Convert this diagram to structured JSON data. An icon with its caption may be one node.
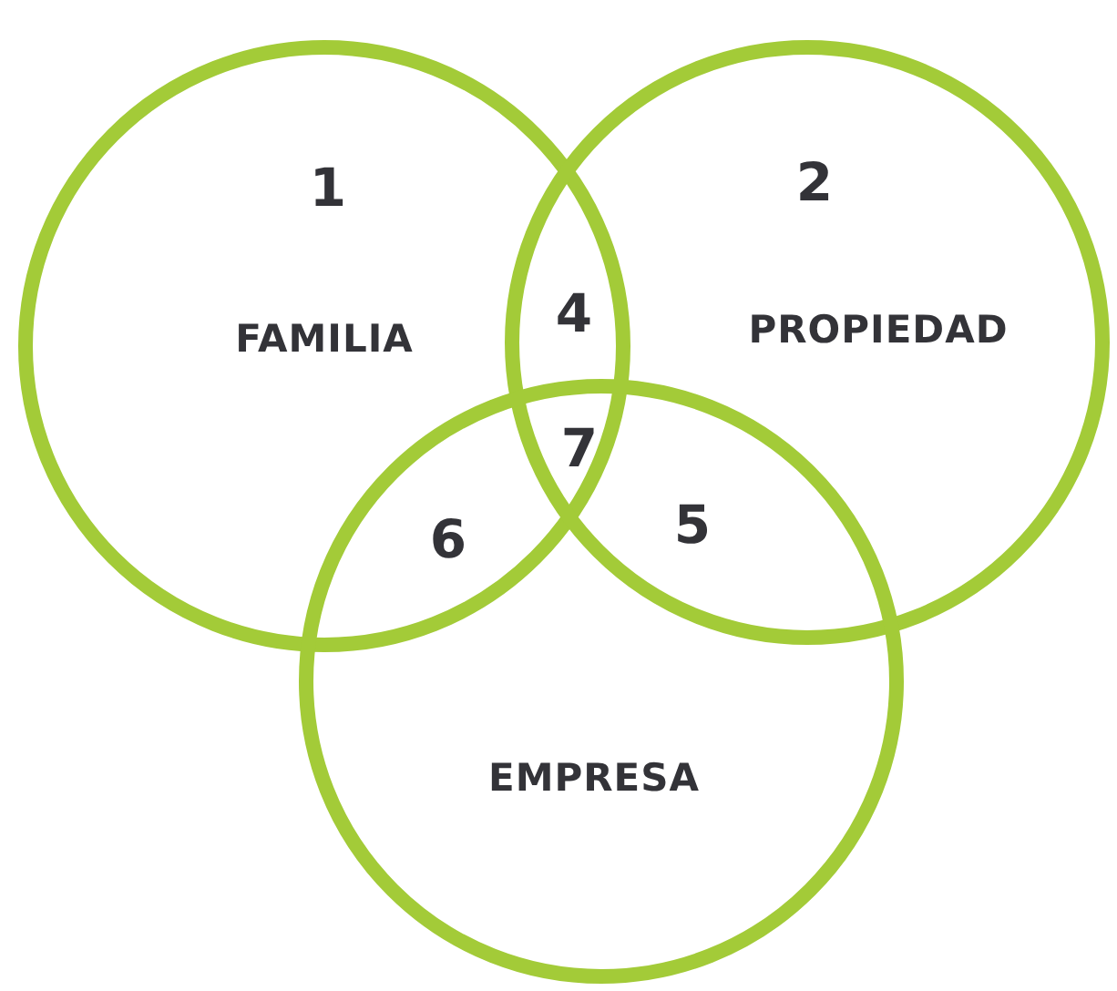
{
  "diagram": {
    "nodes": [
      {
        "text": [
          "FAMILIA"
        ]
      },
      {
        "text": [
          "PROPIEDAD"
        ]
      },
      {
        "text": [
          "EMPRESA"
        ]
      }
    ],
    "labels": [
      "1",
      "2",
      "4",
      "7",
      "6",
      "5"
    ]
  }
}
